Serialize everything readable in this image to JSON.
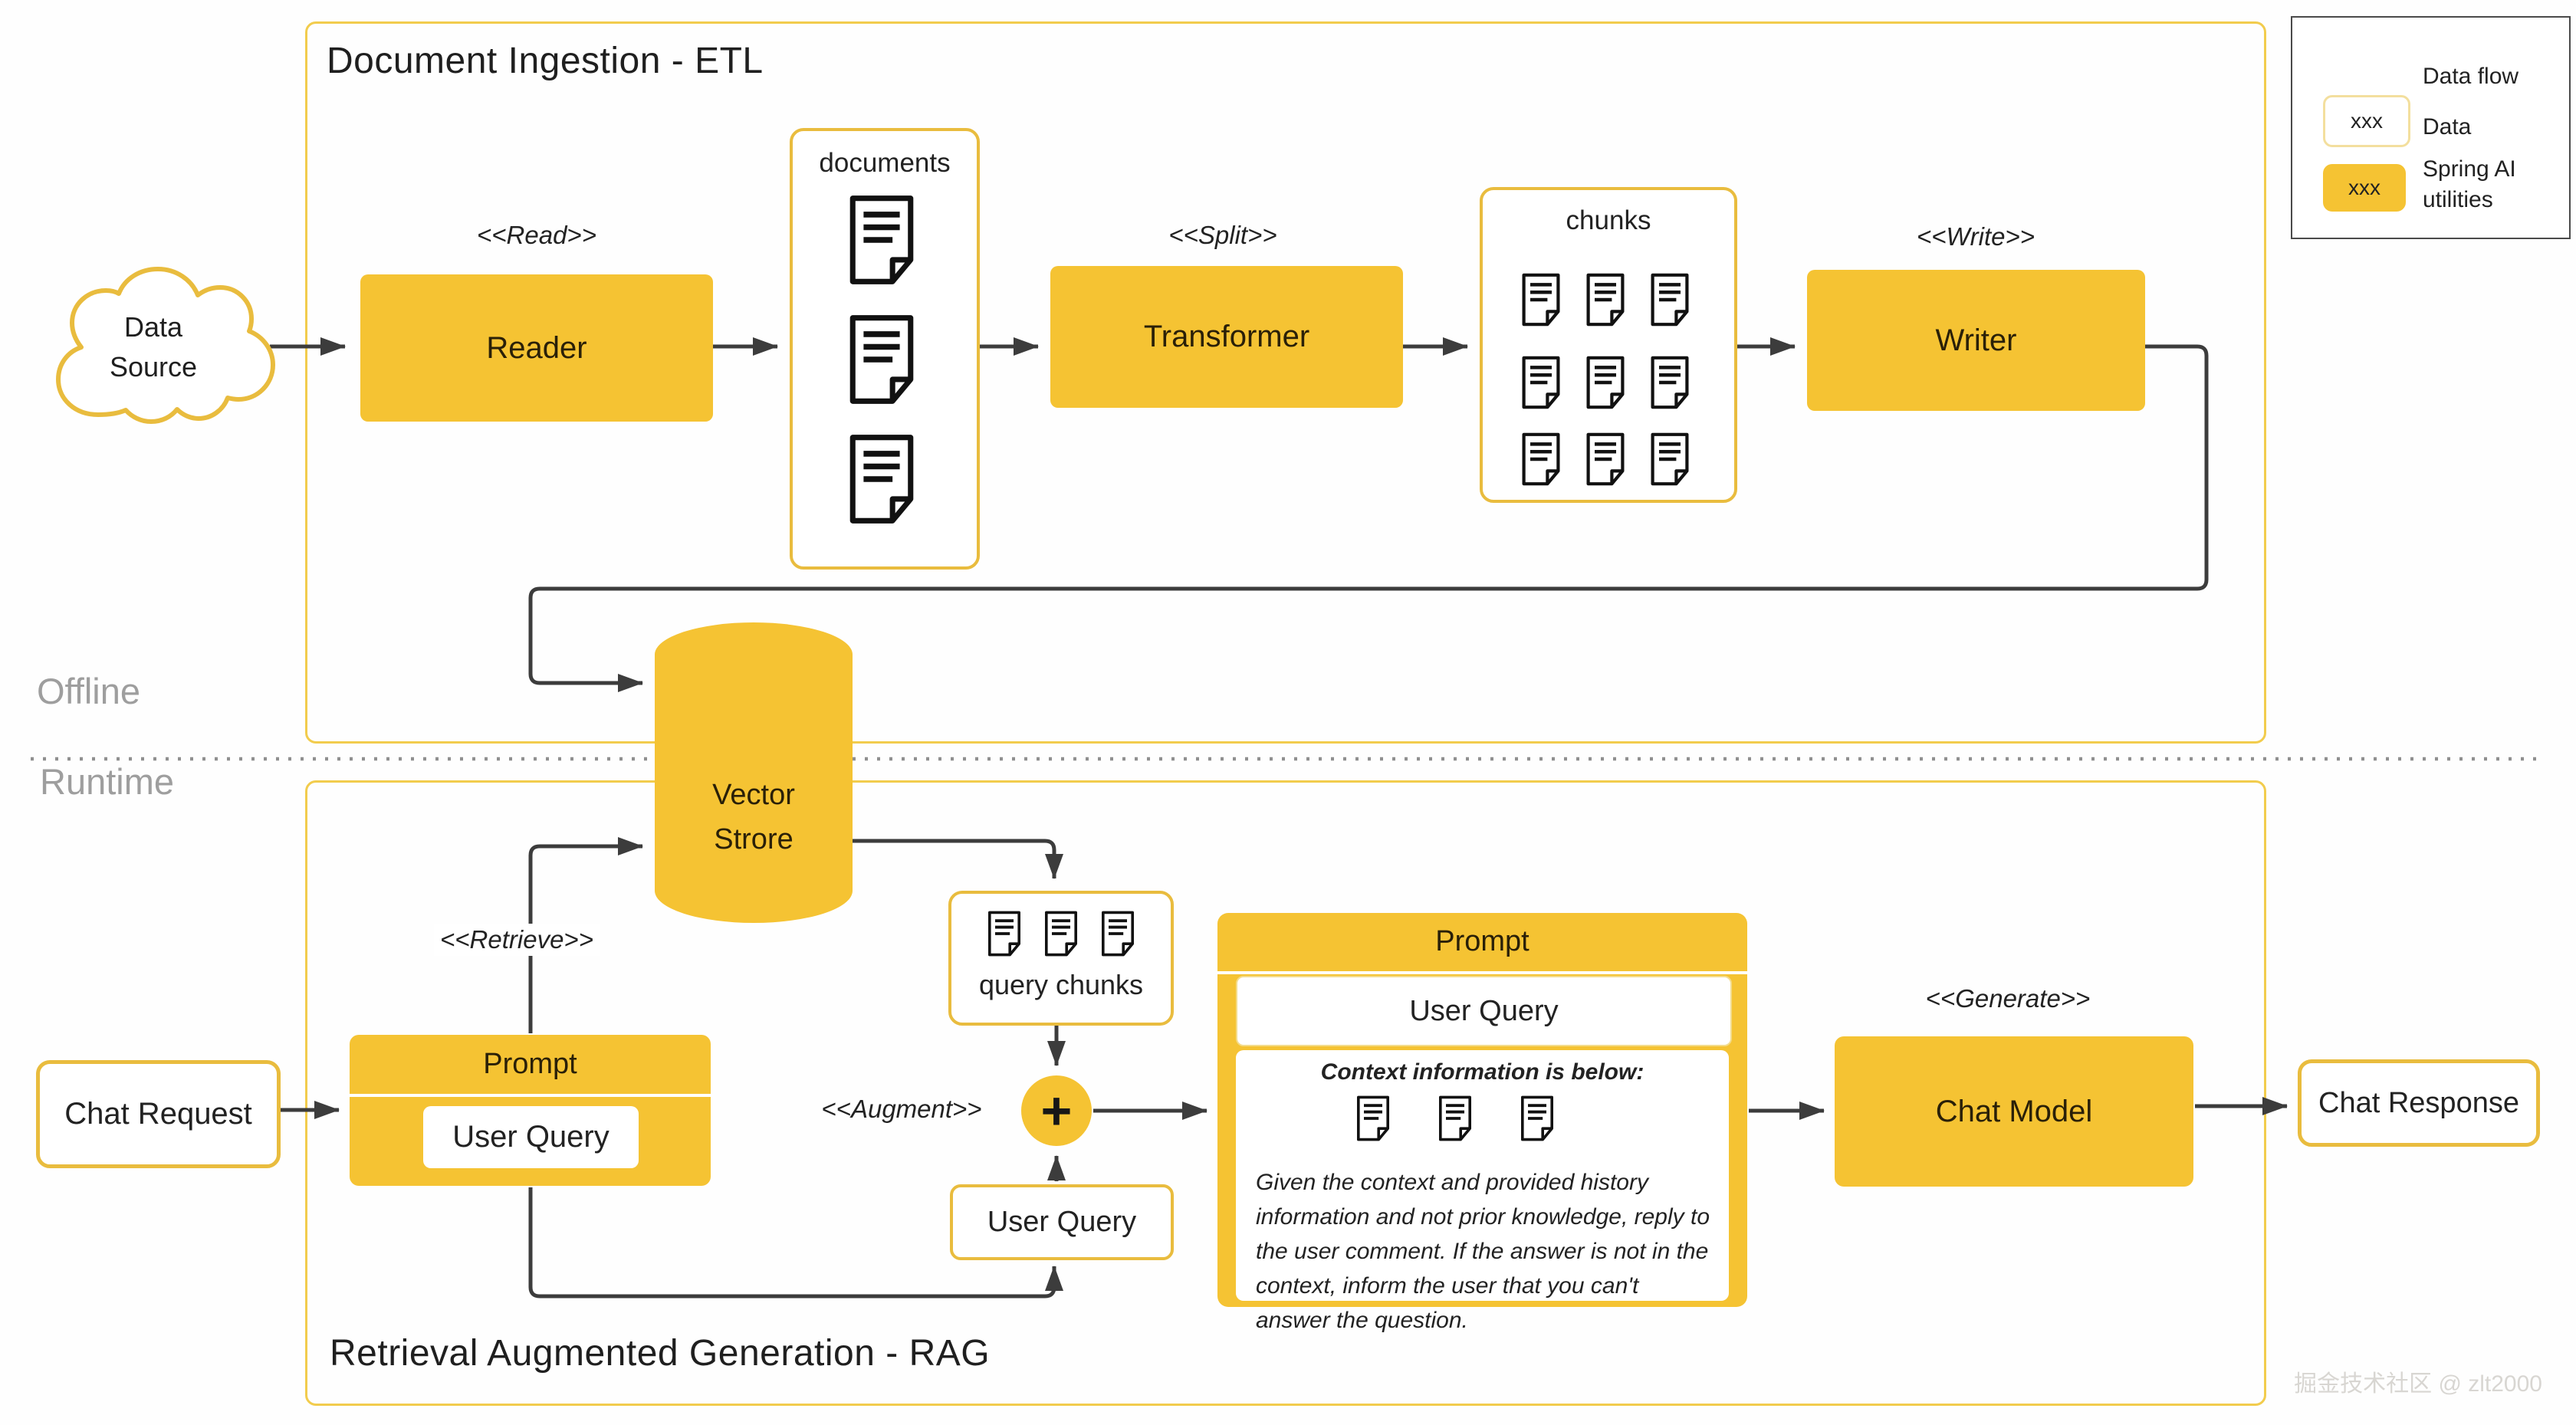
{
  "labels": {
    "offline": "Offline",
    "runtime": "Runtime",
    "watermark": "掘金技术社区 @ zlt2000"
  },
  "legend": {
    "data_flow": "Data flow",
    "data_sample": "xxx",
    "data_label": "Data",
    "utilities_sample": "xxx",
    "utilities_label": "Spring AI\nutilities"
  },
  "etl": {
    "title": "Document Ingestion - ETL",
    "data_source": "Data\nSource",
    "read_stereotype": "<<Read>>",
    "reader": "Reader",
    "documents_label": "documents",
    "split_stereotype": "<<Split>>",
    "transformer": "Transformer",
    "chunks_label": "chunks",
    "write_stereotype": "<<Write>>",
    "writer": "Writer"
  },
  "vector_store": {
    "label": "Vector\nStrore"
  },
  "rag": {
    "title": "Retrieval Augmented Generation - RAG",
    "chat_request": "Chat Request",
    "retrieve_stereotype": "<<Retrieve>>",
    "prompt_small": {
      "title": "Prompt",
      "user_query": "User Query"
    },
    "query_chunks_label": "query chunks",
    "augment_stereotype": "<<Augment>>",
    "plus": "+",
    "user_query_box": "User Query",
    "prompt_big": {
      "title": "Prompt",
      "user_query": "User Query",
      "context_line": "Context information is below:",
      "instructions": "Given the context and provided history information and not prior knowledge, reply to the user comment. If the answer is not in the context, inform the user that you can't answer the question."
    },
    "generate_stereotype": "<<Generate>>",
    "chat_model": "Chat Model",
    "chat_response": "Chat Response"
  },
  "colors": {
    "spring_ai_amber": "#F5C333",
    "box_border_yellow": "#E9BC3E",
    "region_border_yellow": "#F2CC4D",
    "connector_gray": "#3C3C3C",
    "section_label_gray": "#9E9E9E"
  }
}
